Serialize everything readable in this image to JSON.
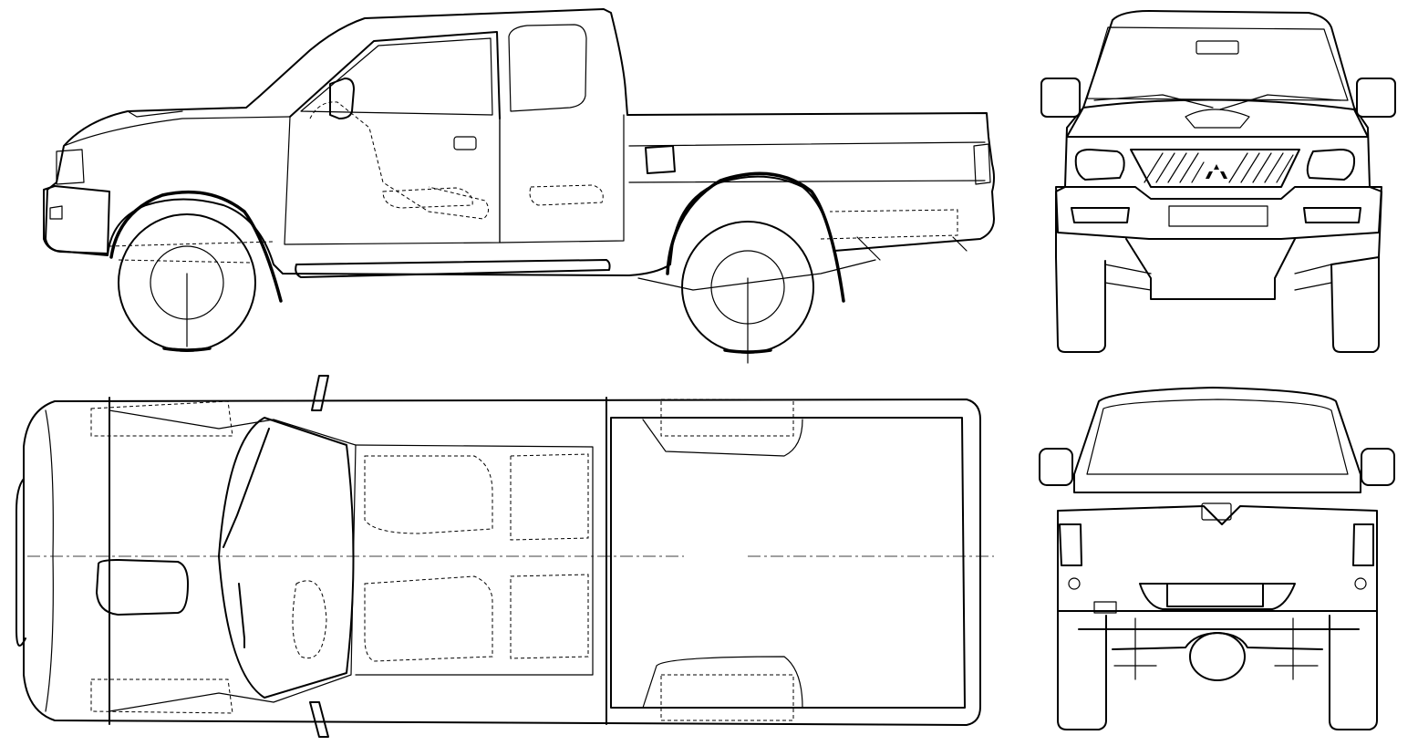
{
  "diagram": {
    "subject": "pickup-truck-blueprint",
    "views": [
      "side",
      "front",
      "top",
      "rear"
    ],
    "line_color": "#000000",
    "background": "#ffffff"
  }
}
